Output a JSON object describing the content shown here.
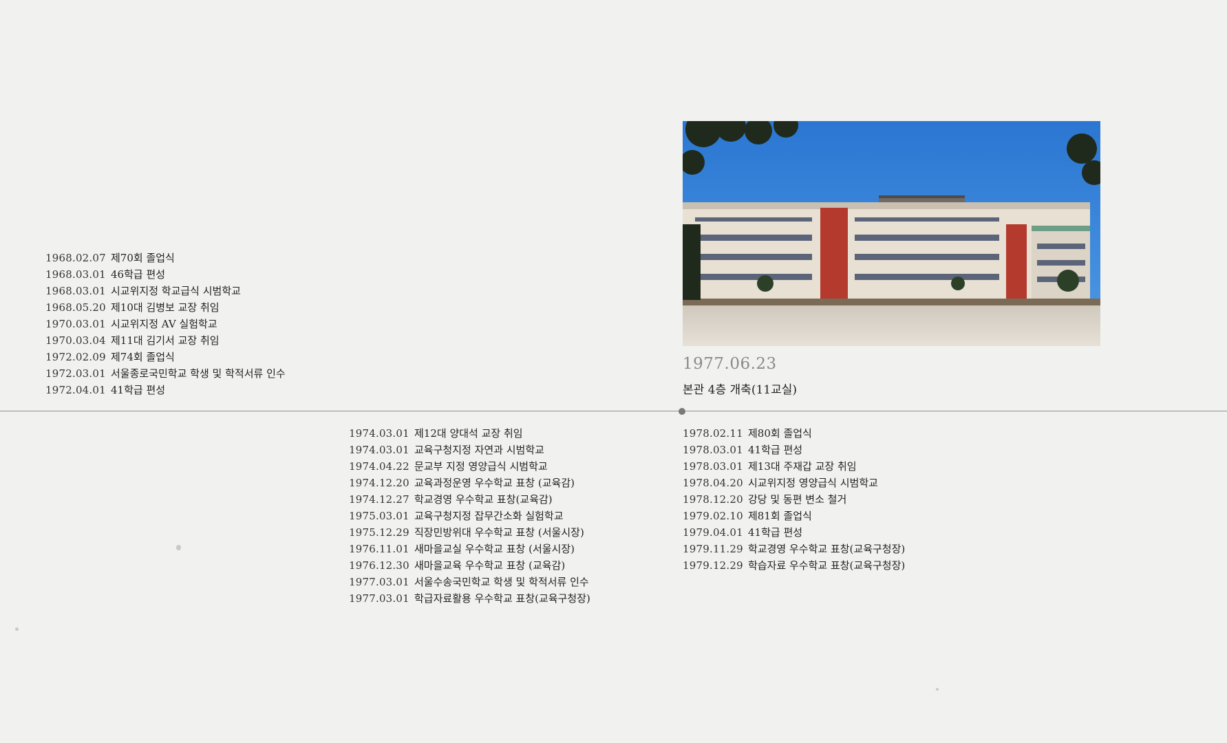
{
  "timeline_left": [
    {
      "date": "1968.02.07",
      "text": "제70회 졸업식"
    },
    {
      "date": "1968.03.01",
      "text": "46학급 편성"
    },
    {
      "date": "1968.03.01",
      "text": "시교위지정 학교급식 시범학교"
    },
    {
      "date": "1968.05.20",
      "text": "제10대 김병보 교장 취임"
    },
    {
      "date": "1970.03.01",
      "text": "시교위지정 AV 실험학교"
    },
    {
      "date": "1970.03.04",
      "text": "제11대 김기서 교장 취임"
    },
    {
      "date": "1972.02.09",
      "text": "제74회 졸업식"
    },
    {
      "date": "1972.03.01",
      "text": "서울종로국민학교 학생 및 학적서류 인수"
    },
    {
      "date": "1972.04.01",
      "text": "41학급 편성"
    }
  ],
  "timeline_middle": [
    {
      "date": "1974.03.01",
      "text": "제12대 양대석 교장 취임"
    },
    {
      "date": "1974.03.01",
      "text": "교육구청지정 자연과 시범학교"
    },
    {
      "date": "1974.04.22",
      "text": "문교부 지정 영양급식 시범학교"
    },
    {
      "date": "1974.12.20",
      "text": "교육과정운영 우수학교 표창 (교육감)"
    },
    {
      "date": "1974.12.27",
      "text": "학교경영 우수학교 표창(교육감)"
    },
    {
      "date": "1975.03.01",
      "text": "교육구청지정 잡무간소화 실험학교"
    },
    {
      "date": "1975.12.29",
      "text": "직장민방위대 우수학교 표창 (서울시장)"
    },
    {
      "date": "1976.11.01",
      "text": "새마을교실 우수학교 표창 (서울시장)"
    },
    {
      "date": "1976.12.30",
      "text": "새마을교육 우수학교 표창 (교육감)"
    },
    {
      "date": "1977.03.01",
      "text": "서울수송국민학교 학생 및 학적서류 인수"
    },
    {
      "date": "1977.03.01",
      "text": "학급자료활용 우수학교 표창(교육구청장)"
    }
  ],
  "timeline_right": [
    {
      "date": "1978.02.11",
      "text": "제80회 졸업식"
    },
    {
      "date": "1978.03.01",
      "text": "41학급 편성"
    },
    {
      "date": "1978.03.01",
      "text": "제13대 주재갑 교장 취임"
    },
    {
      "date": "1978.04.20",
      "text": "시교위지정 영양급식 시범학교"
    },
    {
      "date": "1978.12.20",
      "text": "강당 및 동편 변소 철거"
    },
    {
      "date": "1979.02.10",
      "text": "제81회 졸업식"
    },
    {
      "date": "1979.04.01",
      "text": "41학급 편성"
    },
    {
      "date": "1979.11.29",
      "text": "학교경영 우수학교 표창(교육구청장)"
    },
    {
      "date": "1979.12.29",
      "text": "학습자료 우수학교 표창(교육구청장)"
    }
  ],
  "highlight": {
    "date": "1977.06.23",
    "text": "본관 4층 개축(11교실)"
  },
  "colors": {
    "background": "#f1f1ef",
    "timeline_line": "#8e8e8e",
    "highlight_date": "#8a8a8a",
    "sky": "#2f7fd6"
  }
}
